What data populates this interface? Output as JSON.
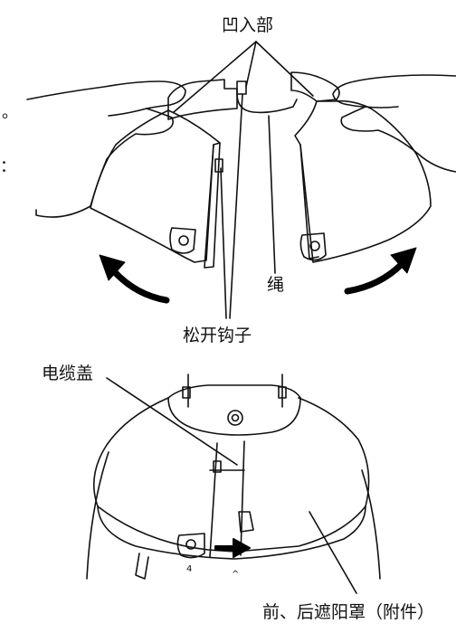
{
  "labels": {
    "recess": "凹入部",
    "rope": "绳",
    "release_hooks": "松开钩子",
    "cable_cover": "电缆盖",
    "shade": "前、后遮阳罩（附件）",
    "margin_mark_1": "。",
    "margin_mark_2": "：",
    "tick_1": "4",
    "tick_2": "^"
  },
  "colors": {
    "line": "#111111",
    "arrow": "#000000",
    "background": "#ffffff"
  },
  "icons": {
    "rotate_left": "curved-arrow-left-icon",
    "rotate_right": "curved-arrow-right-icon",
    "slide": "push-arrow-right-icon"
  }
}
